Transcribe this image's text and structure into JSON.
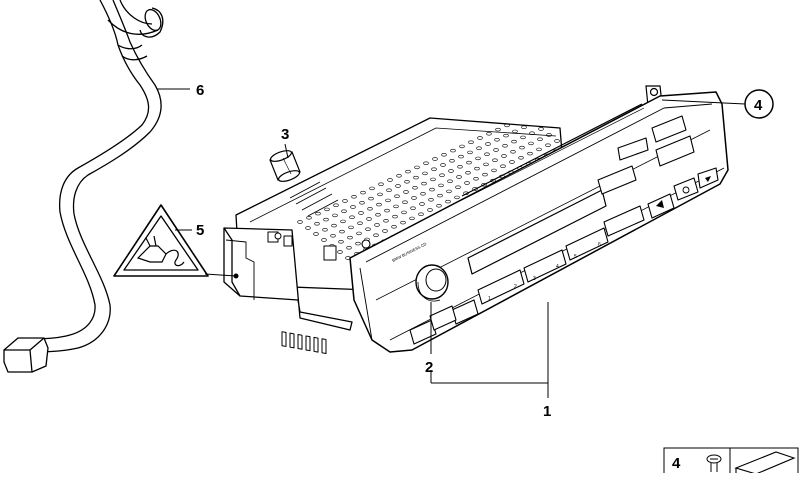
{
  "diagram": {
    "callouts": [
      {
        "id": "1",
        "label": "1"
      },
      {
        "id": "2",
        "label": "2"
      },
      {
        "id": "3",
        "label": "3"
      },
      {
        "id": "4",
        "label": "4"
      },
      {
        "id": "5",
        "label": "5"
      },
      {
        "id": "6",
        "label": "6"
      }
    ],
    "radio_brand_text": "BMW BUSINESS CD",
    "preset_buttons": [
      "1",
      "2",
      "3",
      "4",
      "5",
      "6"
    ],
    "legend": {
      "label": "4"
    }
  }
}
